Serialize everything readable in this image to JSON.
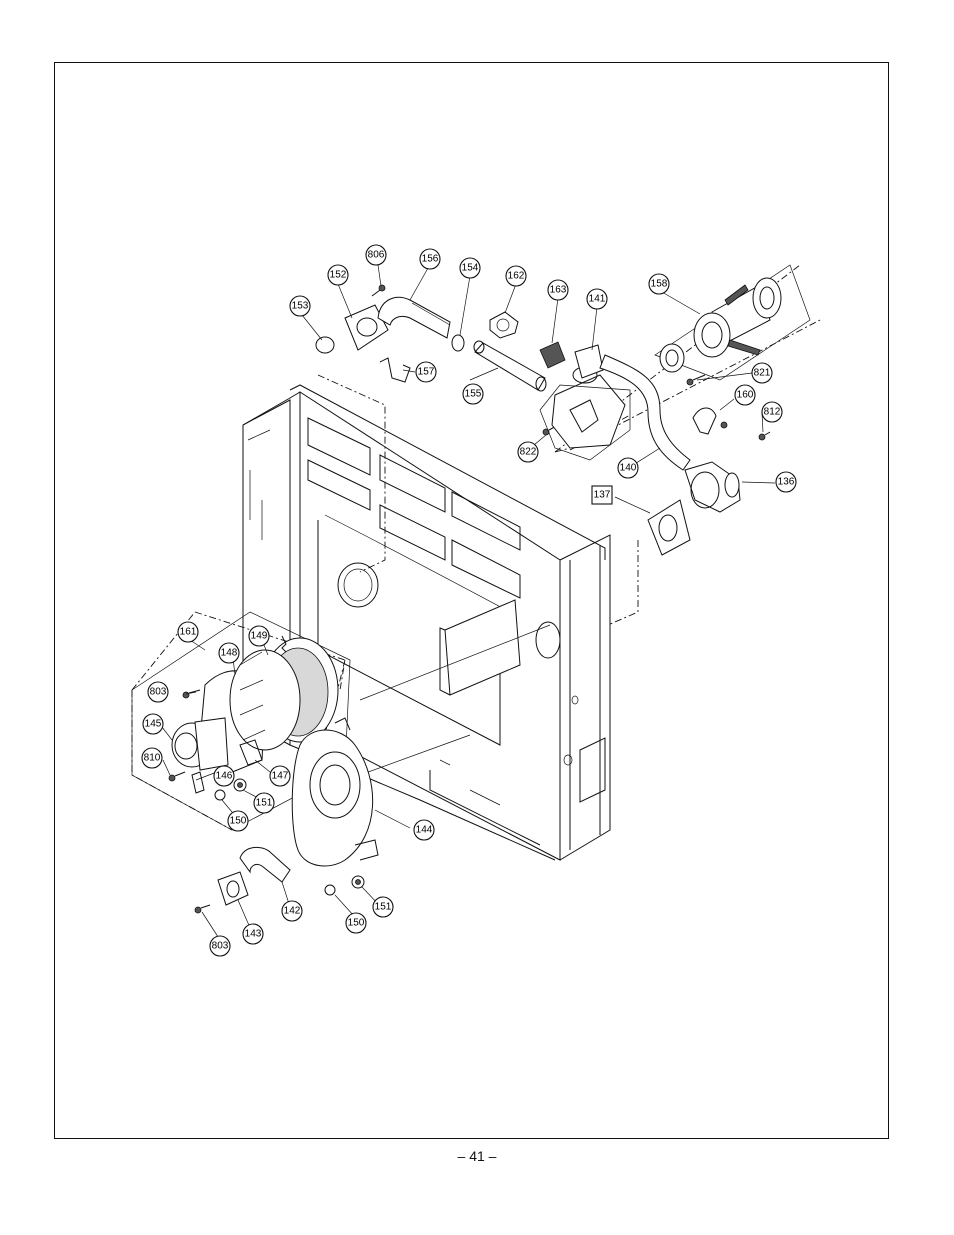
{
  "page_number": "– 41 –",
  "callouts": {
    "c806": "806",
    "c156": "156",
    "c154": "154",
    "c162": "162",
    "c163": "163",
    "c141": "141",
    "c158": "158",
    "c152": "152",
    "c153": "153",
    "c157": "157",
    "c155": "155",
    "c821": "821",
    "c160": "160",
    "c812": "812",
    "c822": "822",
    "c140": "140",
    "c136": "136",
    "c137": "137",
    "c161": "161",
    "c149": "149",
    "c148": "148",
    "c803a": "803",
    "c145": "145",
    "c810": "810",
    "c146": "146",
    "c147": "147",
    "c151a": "151",
    "c150a": "150",
    "c144": "144",
    "c142": "142",
    "c143": "143",
    "c150b": "150",
    "c151b": "151",
    "c803b": "803"
  }
}
